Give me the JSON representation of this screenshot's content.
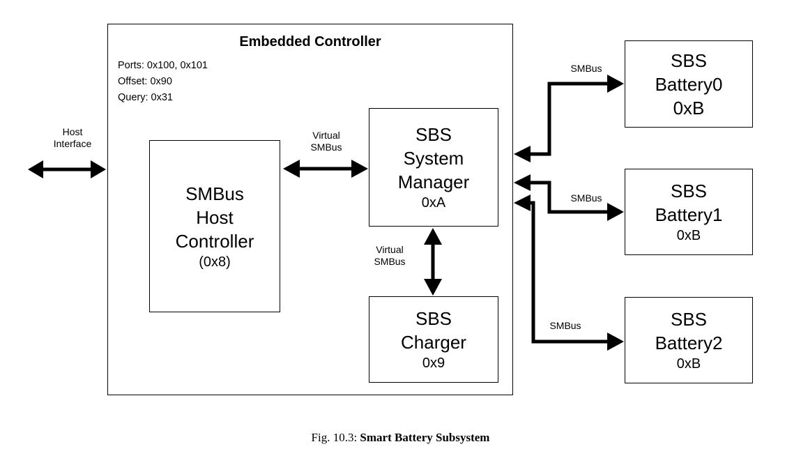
{
  "ec": {
    "title": "Embedded Controller",
    "ports": "Ports:  0x100, 0x101",
    "offset": "Offset:  0x90",
    "query": "Query:  0x31"
  },
  "host_interface": {
    "line1": "Host",
    "line2": "Interface"
  },
  "smbus_host_controller": {
    "line1": "SMBus",
    "line2": "Host",
    "line3": "Controller",
    "addr": "(0x8)"
  },
  "system_manager": {
    "line1": "SBS",
    "line2": "System",
    "line3": "Manager",
    "addr": "0xA"
  },
  "charger": {
    "line1": "SBS",
    "line2": "Charger",
    "addr": "0x9"
  },
  "virtual_smbus_1": {
    "line1": "Virtual",
    "line2": "SMBus"
  },
  "virtual_smbus_2": {
    "line1": "Virtual",
    "line2": "SMBus"
  },
  "batteries": [
    {
      "line1": "SBS",
      "line2": "Battery0",
      "addr": "0xB",
      "bus_label": "SMBus"
    },
    {
      "line1": "SBS",
      "line2": "Battery1",
      "addr": "0xB",
      "bus_label": "SMBus"
    },
    {
      "line1": "SBS",
      "line2": "Battery2",
      "addr": "0xB",
      "bus_label": "SMBus"
    }
  ],
  "caption": {
    "prefix": "Fig. 10.3: ",
    "title": "Smart Battery Subsystem"
  }
}
